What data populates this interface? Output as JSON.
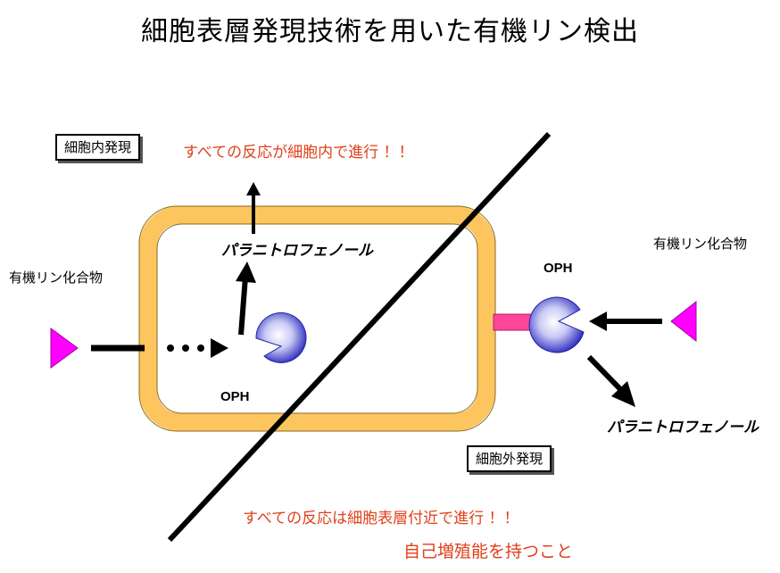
{
  "title": "細胞表層発現技術を用いた有機リン検出",
  "labels": {
    "intracellular_expression": "細胞内発現",
    "extracellular_expression": "細胞外発現",
    "organophosphate_left": "有機リン化合物",
    "organophosphate_right": "有機リン化合物",
    "paranitrophenol_inside": "パラニトロフェノール",
    "paranitrophenol_outside": "パラニトロフェノール",
    "oph_inside": "OPH",
    "oph_outside": "OPH"
  },
  "notes": {
    "inside_note": "すべての反応が細胞内で進行 ！！",
    "surface_note": "すべての反応は細胞表層付近で進行 ！！",
    "self_replication": "自己増殖能を持つこと"
  },
  "colors": {
    "cell_wall": "#fcc55e",
    "substrate": "#ff00ff",
    "anchor": "#ff4499",
    "enzyme": "#3333cc",
    "accent_text": "#e0401a"
  }
}
